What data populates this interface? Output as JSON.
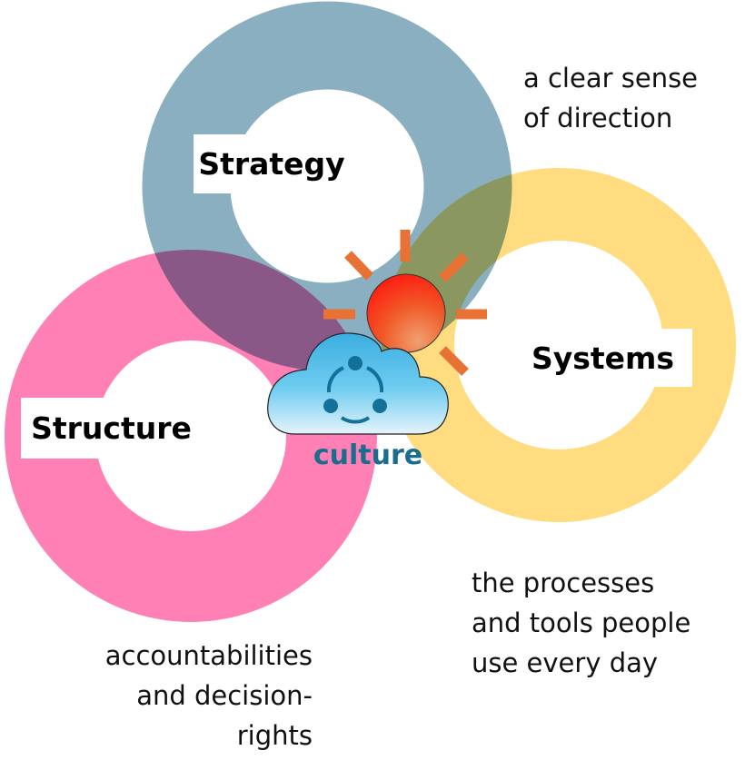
{
  "circles": {
    "strategy": {
      "label": "Strategy",
      "description": "a clear sense\nof direction",
      "color": "#8aafc0"
    },
    "systems": {
      "label": "Systems",
      "description": "the processes\nand tools people\nuse every day",
      "color": "#ffdc80"
    },
    "structure": {
      "label": "Structure",
      "description": "accountabilities\nand decision-\nrights",
      "color": "#ff80b4"
    }
  },
  "center": {
    "label": "culture",
    "icons": [
      "sun-icon",
      "cloud-icon",
      "share-network-icon"
    ]
  }
}
